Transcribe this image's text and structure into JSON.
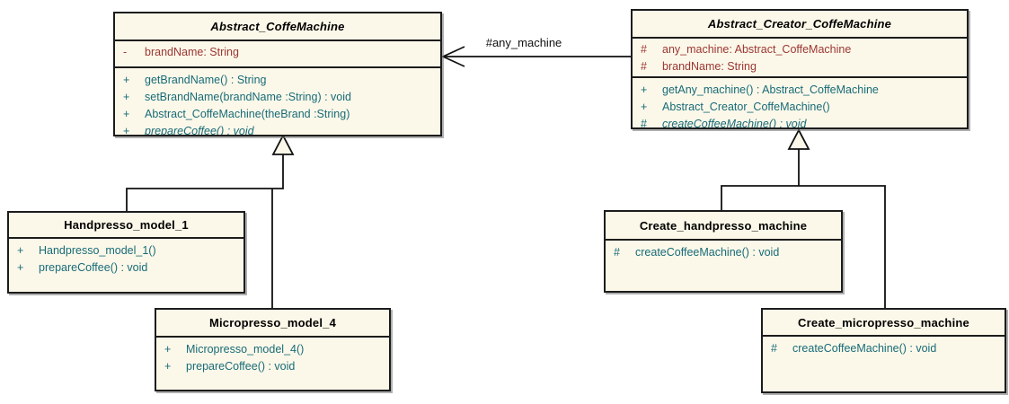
{
  "colors": {
    "box_fill": "#FCF8E9",
    "box_border": "#1C1C1C",
    "title_color": "#000000",
    "attribute_color": "#9A3632",
    "method_color": "#176B78",
    "connector_color": "#000000"
  },
  "association": {
    "label": "#any_machine"
  },
  "classes": [
    {
      "id": "abstract-machine",
      "title": "Abstract_CoffeMachine",
      "abstract": true,
      "attributes": [
        {
          "vis": "-",
          "text": "brandName: String"
        }
      ],
      "methods": [
        {
          "vis": "+",
          "text": "getBrandName() : String"
        },
        {
          "vis": "+",
          "text": "setBrandName(brandName :String) : void"
        },
        {
          "vis": "+",
          "text": "Abstract_CoffeMachine(theBrand :String)"
        },
        {
          "vis": "+",
          "text": "prepareCoffee() : void",
          "italic": true
        }
      ]
    },
    {
      "id": "abstract-creator",
      "title": "Abstract_Creator_CoffeMachine",
      "abstract": true,
      "attributes": [
        {
          "vis": "#",
          "text": "any_machine: Abstract_CoffeMachine"
        },
        {
          "vis": "#",
          "text": "brandName: String"
        }
      ],
      "methods": [
        {
          "vis": "+",
          "text": "getAny_machine() : Abstract_CoffeMachine"
        },
        {
          "vis": "+",
          "text": "Abstract_Creator_CoffeMachine()"
        },
        {
          "vis": "#",
          "text": "createCoffeeMachine() : void",
          "italic": true
        }
      ]
    },
    {
      "id": "handpresso",
      "title": "Handpresso_model_1",
      "abstract": false,
      "attributes": [],
      "methods": [
        {
          "vis": "+",
          "text": "Handpresso_model_1()"
        },
        {
          "vis": "+",
          "text": "prepareCoffee() : void"
        }
      ]
    },
    {
      "id": "micropresso",
      "title": "Micropresso_model_4",
      "abstract": false,
      "attributes": [],
      "methods": [
        {
          "vis": "+",
          "text": "Micropresso_model_4()"
        },
        {
          "vis": "+",
          "text": "prepareCoffee() : void"
        }
      ]
    },
    {
      "id": "create-handpresso",
      "title": "Create_handpresso_machine",
      "abstract": false,
      "attributes": [],
      "methods": [
        {
          "vis": "#",
          "text": "createCoffeeMachine() : void"
        }
      ]
    },
    {
      "id": "create-micropresso",
      "title": "Create_micropresso_machine",
      "abstract": false,
      "attributes": [],
      "methods": [
        {
          "vis": "#",
          "text": "createCoffeeMachine() : void"
        }
      ]
    }
  ]
}
